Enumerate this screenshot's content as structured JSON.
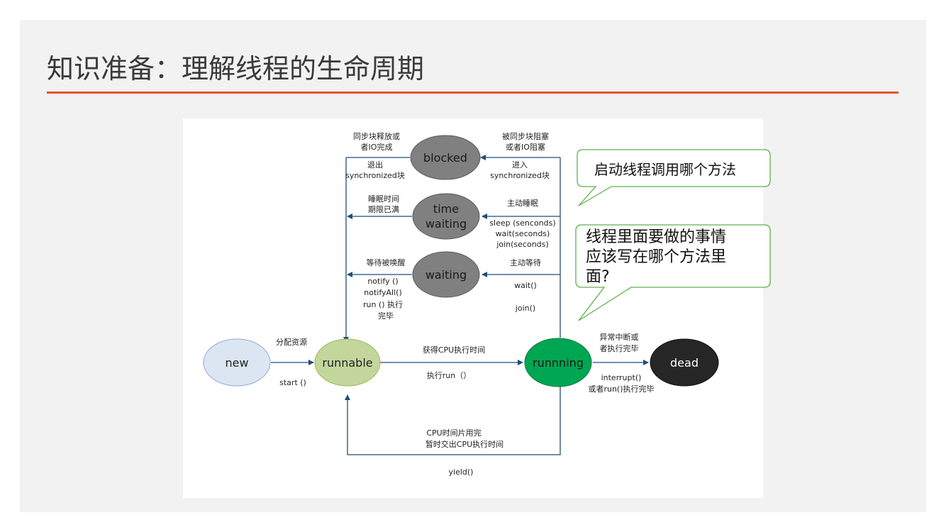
{
  "slide": {
    "title": "知识准备：理解线程的生命周期"
  },
  "colors": {
    "accent_rule": "#e8502f",
    "slide_background": "#f2f2f2",
    "new_state": "#dce6f2",
    "runnable_state": "#c3d69b",
    "running_state": "#00a651",
    "dead_state": "#262626",
    "waiting_states": "#808080",
    "callout_border": "#5fb04a"
  },
  "diagram": {
    "states": {
      "new": "new",
      "runnable": "runnable",
      "running": "runnning",
      "dead": "dead",
      "blocked": "blocked",
      "time_waiting_line1": "time",
      "time_waiting_line2": "waiting",
      "waiting": "waiting"
    },
    "labels": {
      "allocate_resources": "分配资源",
      "start": "start ()",
      "get_cpu_time": "获得CPU执行时间",
      "execute_run": "执行run（）",
      "exception_or_done_1": "异常中断或",
      "exception_or_done_2": "者执行完毕",
      "interrupt": "interrupt()",
      "or_run_done": "或者run()执行完毕",
      "cpu_slice_used": "CPU时间片用完",
      "yield_cpu": "暂时交出CPU执行时间",
      "yield": "yield()",
      "blocked_in_1": "被同步块阻塞",
      "blocked_in_2": "或者IO阻塞",
      "enter_sync_1": "进入",
      "enter_sync_2": "synchronized块",
      "blocked_out_1": "同步块释放或",
      "blocked_out_2": "者IO完成",
      "exit_sync_1": "退出",
      "exit_sync_2": "synchronized块",
      "active_sleep": "主动睡眠",
      "sleep_call": "sleep (senconds)",
      "wait_seconds": "wait(seconds)",
      "join_seconds": "join(seconds)",
      "sleep_expired_1": "睡眠时间",
      "sleep_expired_2": "期限已满",
      "active_wait": "主动等待",
      "wait_call": "wait()",
      "join_call": "join()",
      "wait_notified": "等待被唤醒",
      "notify": "notify ()",
      "notify_all": "notifyAll()",
      "run_done_1": "run () 执行",
      "run_done_2": "完毕"
    }
  },
  "callouts": {
    "start_question": "启动线程调用哪个方法",
    "run_question_line1": "线程里面要做的事情",
    "run_question_line2": "应该写在哪个方法里",
    "run_question_line3": "面?"
  }
}
